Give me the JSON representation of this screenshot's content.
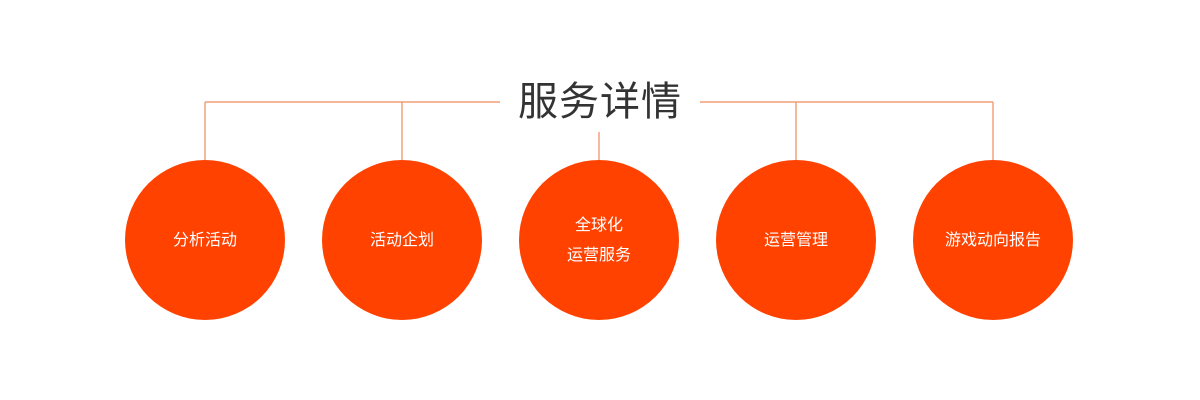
{
  "title": "服务详情",
  "colors": {
    "accent": "#ff4200",
    "line": "#f08a5d",
    "title_text": "#333333",
    "node_text": "#ffffff"
  },
  "nodes": [
    {
      "lines": [
        "分析活动"
      ]
    },
    {
      "lines": [
        "活动企划"
      ]
    },
    {
      "lines": [
        "全球化",
        "运营服务"
      ]
    },
    {
      "lines": [
        "运营管理"
      ]
    },
    {
      "lines": [
        "游戏动向报告"
      ]
    }
  ]
}
